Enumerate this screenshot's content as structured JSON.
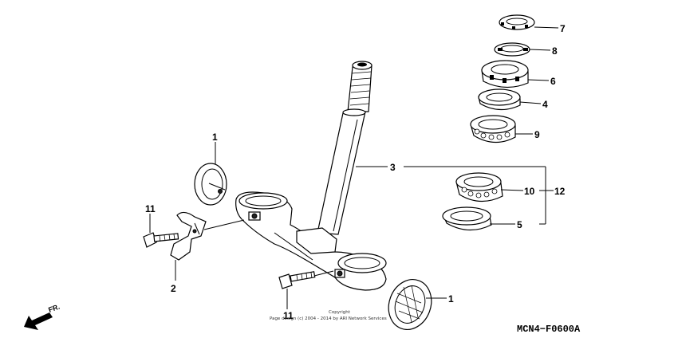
{
  "callouts": {
    "c1_top": "1",
    "c1_bottom": "1",
    "c2": "2",
    "c3": "3",
    "c4": "4",
    "c5": "5",
    "c6": "6",
    "c7": "7",
    "c8": "8",
    "c9": "9",
    "c10": "10",
    "c11_left": "11",
    "c11_bottom": "11",
    "c12": "12"
  },
  "diagram_code": "MCN4−F0600A",
  "direction_label": "FR.",
  "watermark": {
    "line1": "Copyright",
    "line2": "Page design (c) 2004 - 2014 by ARI Network Services"
  }
}
